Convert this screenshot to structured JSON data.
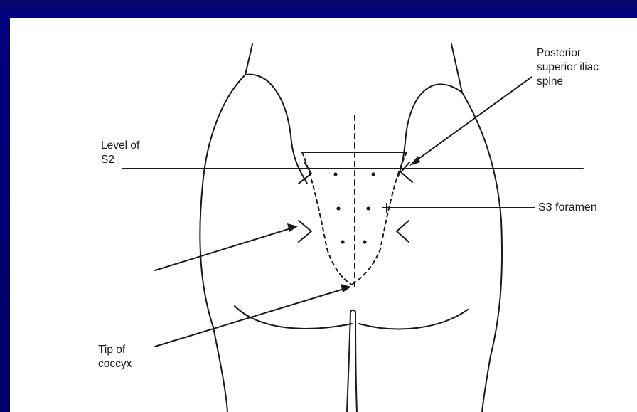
{
  "labels": {
    "level_line1": "Level of",
    "level_line2": "S2",
    "psis_line1": "Posterior",
    "psis_line2": "superior iliac",
    "psis_line3": "spine",
    "s3": "S3 foramen",
    "tip_line1": "Tip of",
    "tip_line2": "coccyx"
  },
  "colors": {
    "background": "#000080",
    "panel": "#ffffff",
    "ink": "#1a1a1a"
  }
}
